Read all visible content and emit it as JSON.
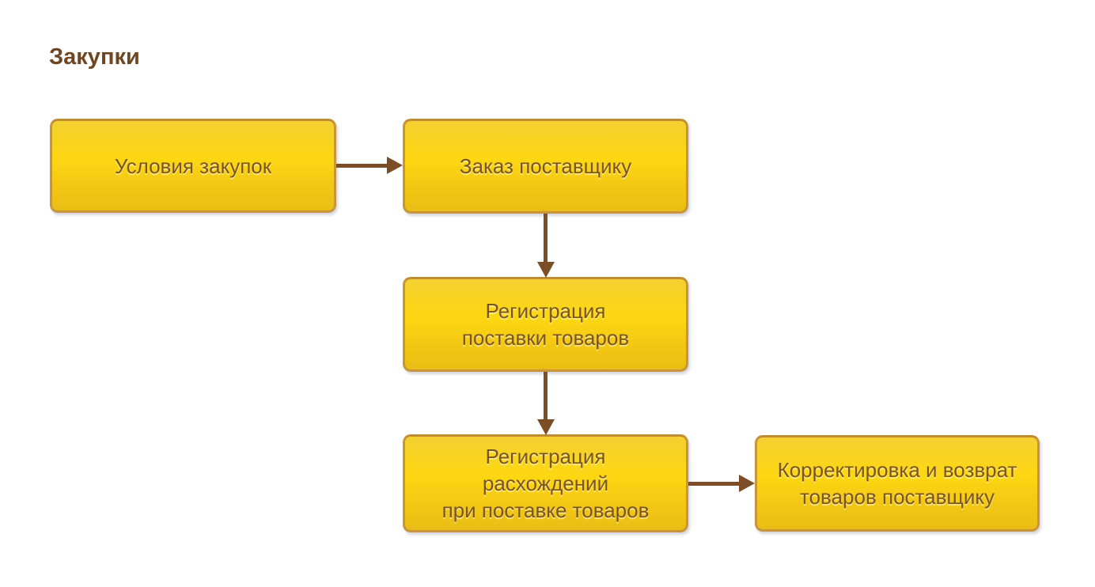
{
  "header": {
    "title": "Закупки"
  },
  "colors": {
    "background": "#ffffff",
    "title_text": "#6f4522",
    "node_border": "#c9953a",
    "node_gradient_top": "#f3d032",
    "node_gradient_mid": "#fdd712",
    "node_gradient_bottom": "#eabd15",
    "node_text": "#7a551e",
    "arrow": "#7b4e28"
  },
  "flowchart": {
    "nodes": [
      {
        "id": "purchase-terms",
        "lines": [
          "Условия закупок"
        ]
      },
      {
        "id": "supplier-order",
        "lines": [
          "Заказ поставщику"
        ]
      },
      {
        "id": "goods-delivery-registration",
        "lines": [
          "Регистрация",
          "поставки товаров"
        ]
      },
      {
        "id": "delivery-discrepancy-registration",
        "lines": [
          "Регистрация",
          "расхождений",
          "при поставке товаров"
        ]
      },
      {
        "id": "correction-and-return",
        "lines": [
          "Корректировка и возврат",
          "товаров поставщику"
        ]
      }
    ],
    "edges": [
      {
        "from": "purchase-terms",
        "to": "supplier-order",
        "direction": "right"
      },
      {
        "from": "supplier-order",
        "to": "goods-delivery-registration",
        "direction": "down"
      },
      {
        "from": "goods-delivery-registration",
        "to": "delivery-discrepancy-registration",
        "direction": "down"
      },
      {
        "from": "delivery-discrepancy-registration",
        "to": "correction-and-return",
        "direction": "right"
      }
    ]
  }
}
